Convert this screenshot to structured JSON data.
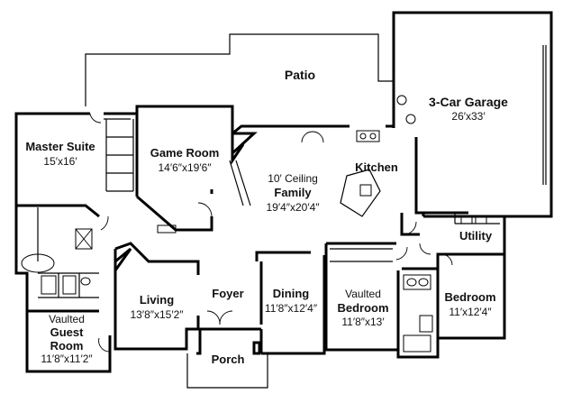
{
  "rooms": {
    "patio": {
      "name": "Patio"
    },
    "garage": {
      "name": "3-Car Garage",
      "size": "26′x33′"
    },
    "master_suite": {
      "name": "Master Suite",
      "size": "15′x16′"
    },
    "game_room": {
      "name": "Game Room",
      "size": "14′6″x19′6″"
    },
    "family": {
      "line1": "10′ Ceiling",
      "name": "Family",
      "size": "19′4″x20′4″"
    },
    "kitchen": {
      "name": "Kitchen"
    },
    "utility": {
      "name": "Utility"
    },
    "living": {
      "name": "Living",
      "size": "13′8″x15′2″"
    },
    "foyer": {
      "name": "Foyer"
    },
    "dining": {
      "name": "Dining",
      "size": "11′8″x12′4″"
    },
    "vaulted_bedroom": {
      "line1": "Vaulted",
      "name": "Bedroom",
      "size": "11′8″x13′"
    },
    "bedroom": {
      "name": "Bedroom",
      "size": "11′x12′4″"
    },
    "guest_room": {
      "line1": "Vaulted",
      "line2": "Guest",
      "name": "Room",
      "size": "11′8″x11′2″"
    },
    "porch": {
      "name": "Porch"
    }
  }
}
